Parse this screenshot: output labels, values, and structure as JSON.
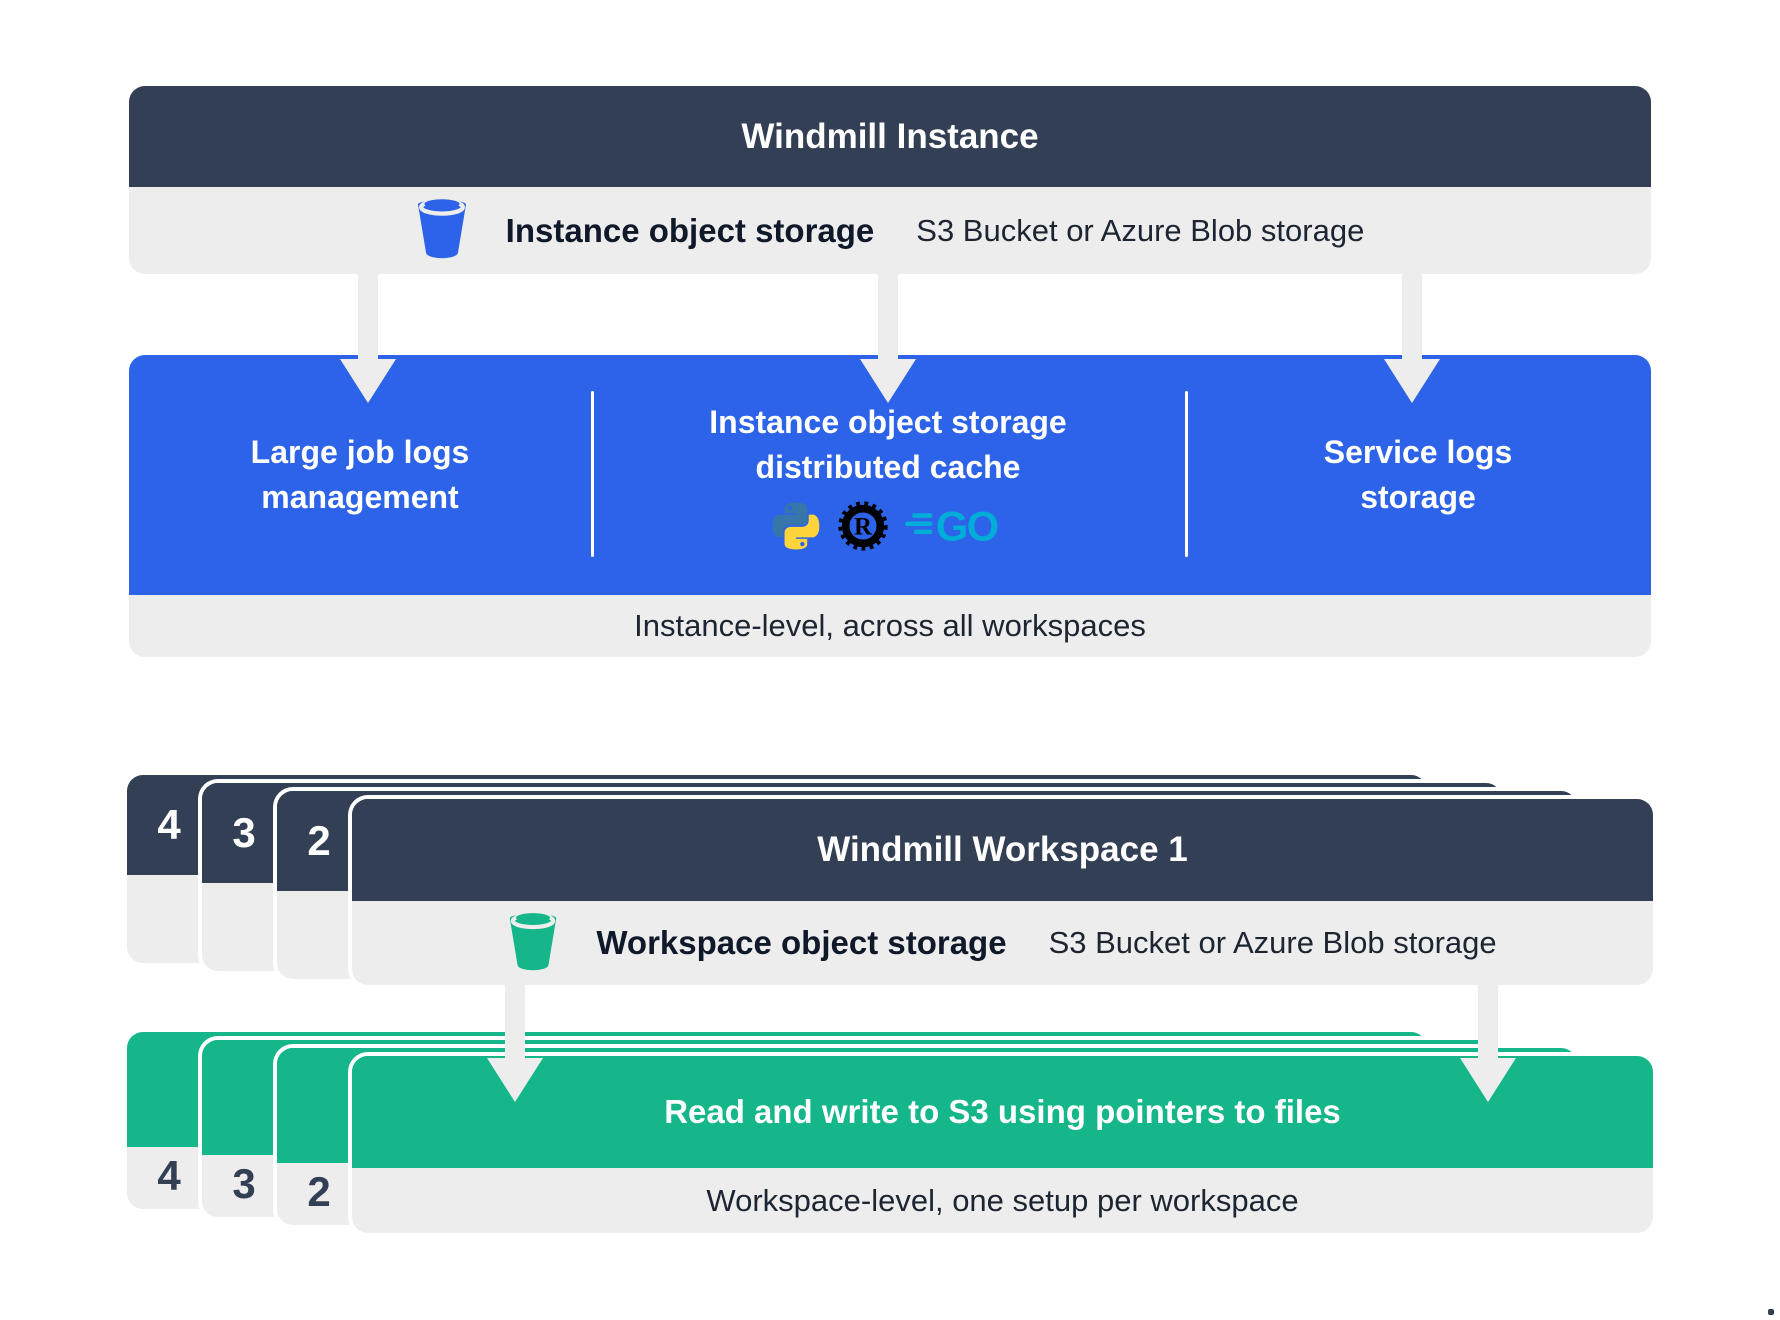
{
  "colors": {
    "dark_navy": "#333F54",
    "accent_blue": "#2D63E8",
    "accent_green": "#14B68A",
    "panel_gray": "#EDEDED",
    "python_blue": "#3776AB",
    "python_yellow": "#FFD43B",
    "rust_black": "#000000",
    "go_cyan": "#00ADD8"
  },
  "instance": {
    "title": "Windmill Instance",
    "storage": {
      "icon": "bucket-icon",
      "label": "Instance object storage",
      "detail": "S3 Bucket or Azure Blob storage"
    },
    "features": [
      {
        "lines": [
          "Large job logs",
          "management"
        ]
      },
      {
        "lines": [
          "Instance object storage",
          "distributed cache"
        ],
        "icons": [
          "python-icon",
          "rust-icon",
          "go-icon"
        ]
      },
      {
        "lines": [
          "Service logs",
          "storage"
        ]
      }
    ],
    "footer": "Instance-level, across all workspaces"
  },
  "workspace": {
    "title": "Windmill Workspace 1",
    "stack_numbers": [
      "4",
      "3",
      "2"
    ],
    "storage": {
      "icon": "bucket-icon",
      "label": "Workspace object storage",
      "detail": "S3 Bucket or Azure Blob storage"
    },
    "action": "Read and write to S3 using pointers to files",
    "footer": "Workspace-level, one setup per workspace"
  },
  "rust_letter": "R",
  "go_text": "GO"
}
